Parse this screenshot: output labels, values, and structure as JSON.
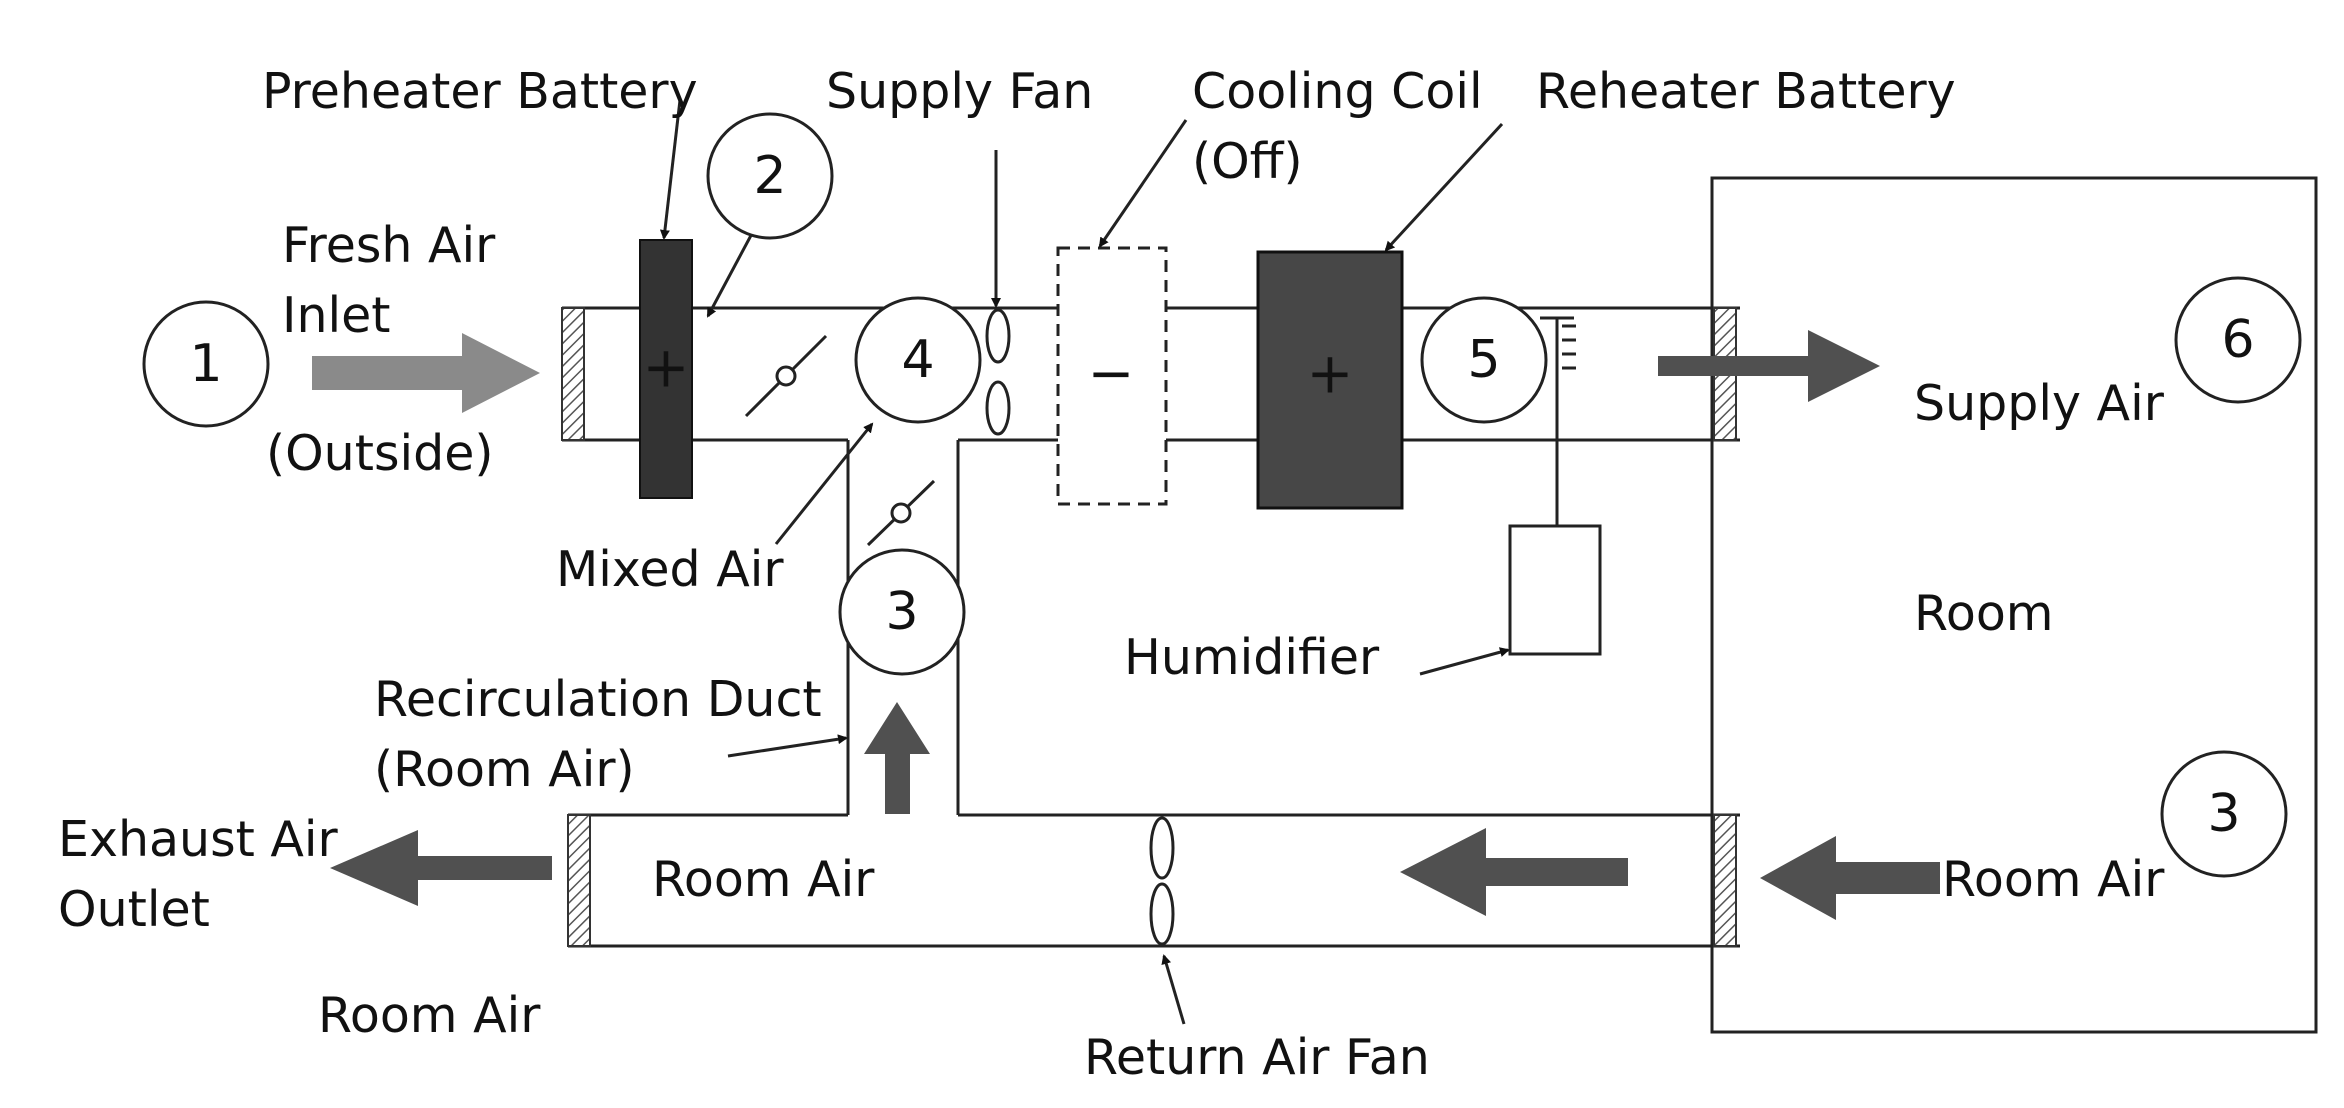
{
  "labels": {
    "preheater": "Preheater Battery",
    "supply_fan": "Supply Fan",
    "cooling_coil": "Cooling Coil",
    "cooling_coil_state": "(Off)",
    "reheater": "Reheater Battery",
    "fresh_air_1": "Fresh Air",
    "fresh_air_2": "Inlet",
    "outside": "(Outside)",
    "mixed_air": "Mixed Air",
    "humidifier": "Humidifier",
    "supply_air": "Supply Air",
    "room": "Room",
    "recirc_1": "Recirculation Duct",
    "recirc_2": "(Room Air)",
    "exhaust_1": "Exhaust Air",
    "exhaust_2": "Outlet",
    "room_air_duct": "Room Air",
    "room_air_inlet": "Room Air",
    "room_air_bottom": "Room Air",
    "return_fan": "Return Air Fan"
  },
  "states": {
    "s1": "1",
    "s2": "2",
    "s3_duct": "3",
    "s4": "4",
    "s5": "5",
    "s6": "6",
    "s3_room": "3"
  },
  "symbols": {
    "preheater_sign": "+",
    "cooling_sign": "−",
    "reheater_sign": "+"
  },
  "colors": {
    "arrow_light": "#8a8a8a",
    "arrow_dark": "#505050",
    "coil_fill": "#333333",
    "reheater_fill": "#474747"
  }
}
